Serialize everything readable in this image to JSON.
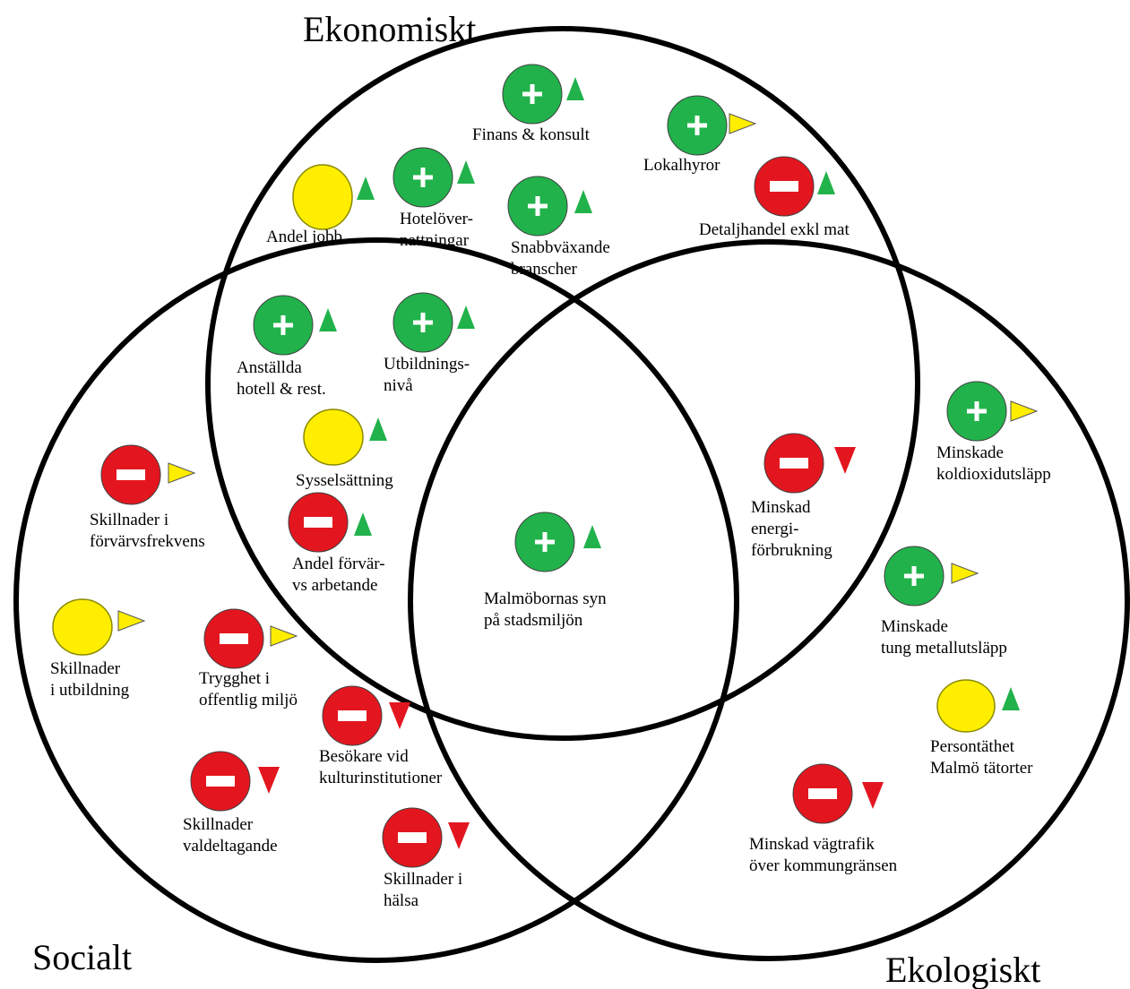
{
  "circles": {
    "economic": "Ekonomiskt",
    "social": "Socialt",
    "ecological": "Ekologiskt"
  },
  "legend_icons": {
    "positive": "plus-circle-green",
    "negative": "minus-circle-red",
    "neutral": "circle-yellow",
    "trend_up": "triangle-up-green",
    "trend_down": "triangle-down-red",
    "trend_flat": "triangle-right-yellow"
  },
  "colors": {
    "positive": "#21b24b",
    "negative": "#e3161f",
    "neutral": "#ffee00",
    "up": "#21b24b",
    "down": "#e3161f",
    "flat": "#ffee00"
  },
  "items": [
    {
      "id": "finans",
      "lines": [
        "Finans & konsult"
      ],
      "status": "positive",
      "trend": "up"
    },
    {
      "id": "lokalhyror",
      "lines": [
        "Lokalhyror"
      ],
      "status": "positive",
      "trend": "flat"
    },
    {
      "id": "detaljhandel",
      "lines": [
        "Detaljhandel exkl mat"
      ],
      "status": "negative",
      "trend": "up"
    },
    {
      "id": "andel-jobb",
      "lines": [
        "Andel jobb"
      ],
      "status": "neutral",
      "trend": "up"
    },
    {
      "id": "hotel",
      "lines": [
        "Hotelöver-",
        "nattningar"
      ],
      "status": "positive",
      "trend": "up"
    },
    {
      "id": "snabb",
      "lines": [
        "Snabbväxande",
        "branscher"
      ],
      "status": "positive",
      "trend": "up"
    },
    {
      "id": "anstallda",
      "lines": [
        "Anställda",
        "hotell & rest."
      ],
      "status": "positive",
      "trend": "up"
    },
    {
      "id": "utbildning",
      "lines": [
        "Utbildnings-",
        "nivå"
      ],
      "status": "positive",
      "trend": "up"
    },
    {
      "id": "syssels",
      "lines": [
        "Sysselsättning"
      ],
      "status": "neutral",
      "trend": "up"
    },
    {
      "id": "andel-forv",
      "lines": [
        "Andel förvär-",
        "vs arbetande"
      ],
      "status": "negative",
      "trend": "up"
    },
    {
      "id": "malmo-syn",
      "lines": [
        "Malmöbornas syn",
        "på stadsmiljön"
      ],
      "status": "positive",
      "trend": "up"
    },
    {
      "id": "energi",
      "lines": [
        "Minskad",
        "energi-",
        "förbrukning"
      ],
      "status": "negative",
      "trend": "down"
    },
    {
      "id": "koldioxid",
      "lines": [
        "Minskade",
        "koldioxidutsläpp"
      ],
      "status": "positive",
      "trend": "flat"
    },
    {
      "id": "metall",
      "lines": [
        "Minskade",
        "tung metallutsläpp"
      ],
      "status": "positive",
      "trend": "flat"
    },
    {
      "id": "persontathet",
      "lines": [
        "Persontäthet",
        "Malmö tätorter"
      ],
      "status": "neutral",
      "trend": "up"
    },
    {
      "id": "vagtrafik",
      "lines": [
        "Minskad vägtrafik",
        "över kommungränsen"
      ],
      "status": "negative",
      "trend": "down"
    },
    {
      "id": "skill-forv",
      "lines": [
        "Skillnader i",
        "förvärvsfrekvens"
      ],
      "status": "negative",
      "trend": "flat"
    },
    {
      "id": "skill-utb",
      "lines": [
        "Skillnader",
        "i utbildning"
      ],
      "status": "neutral",
      "trend": "flat"
    },
    {
      "id": "trygghet",
      "lines": [
        "Trygghet i",
        "offentlig miljö"
      ],
      "status": "negative",
      "trend": "flat"
    },
    {
      "id": "besokare",
      "lines": [
        "Besökare vid",
        "kulturinstitutioner"
      ],
      "status": "negative",
      "trend": "down"
    },
    {
      "id": "valdelt",
      "lines": [
        "Skillnader",
        "valdeltagande"
      ],
      "status": "negative",
      "trend": "down"
    },
    {
      "id": "halsa",
      "lines": [
        "Skillnader i",
        "hälsa"
      ],
      "status": "negative",
      "trend": "down"
    }
  ]
}
